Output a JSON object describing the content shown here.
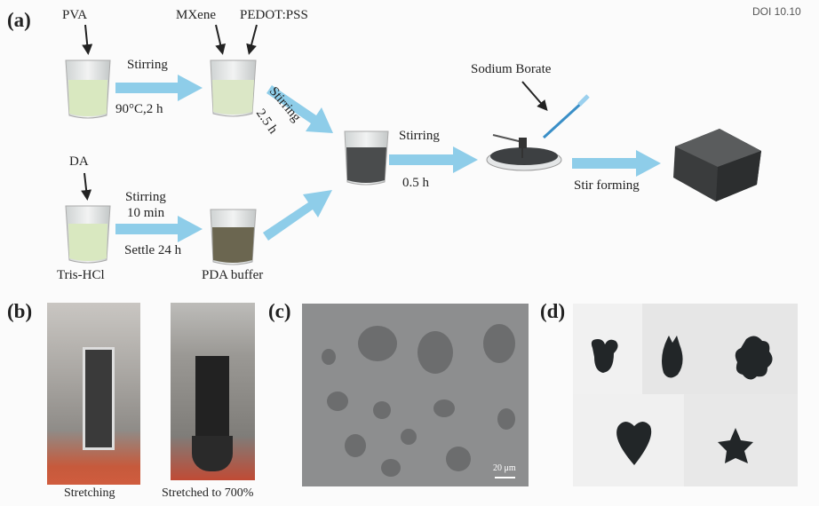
{
  "doi": "DOI 10.10",
  "panels": {
    "a": {
      "label": "(a)",
      "reagents": {
        "pva": "PVA",
        "mxene": "MXene",
        "pedot": "PEDOT:PSS",
        "da": "DA",
        "sodium_borate": "Sodium Borate"
      },
      "steps": {
        "s1_top": "Stirring",
        "s1_bottom": "90°C,2 h",
        "s2_top": "Stirring",
        "s2_bottom": "2.5 h",
        "s3_top": "Stirring",
        "s3_mid": "10 min",
        "s3_bottom": "Settle 24 h",
        "s4_top": "Stirring",
        "s4_bottom": "0.5 h",
        "s5_bottom": "Stir forming"
      },
      "captions": {
        "tris": "Tris-HCl",
        "pda": "PDA buffer"
      }
    },
    "b": {
      "label": "(b)",
      "captions": [
        "Stretching",
        "Stretched to 700%"
      ]
    },
    "c": {
      "label": "(c)",
      "scale_bar": "20 μm"
    },
    "d": {
      "label": "(d)"
    }
  },
  "colors": {
    "arrow": "#8ecde9",
    "solution": "#d9e8c0",
    "pda": "#6b6650",
    "gel": "#2a2d2e"
  }
}
